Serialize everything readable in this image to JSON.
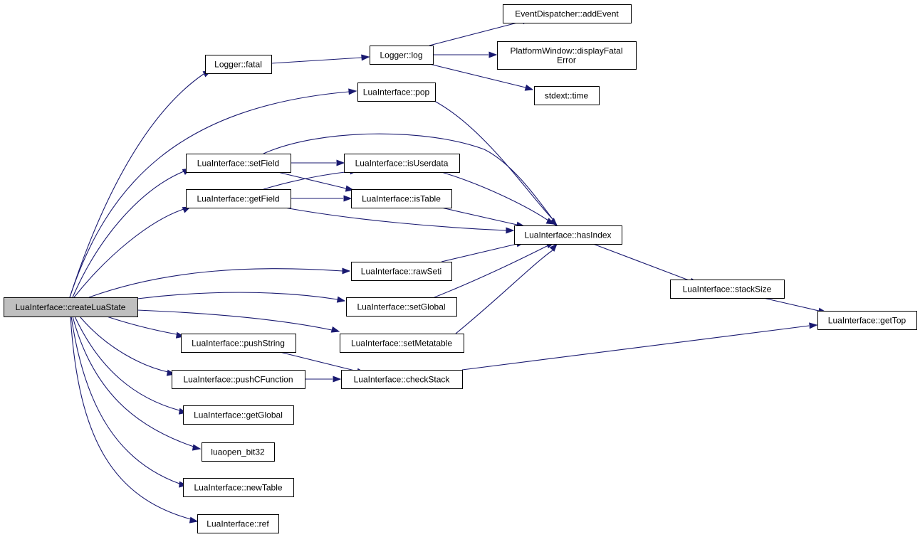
{
  "diagram": {
    "type": "call-graph",
    "colors": {
      "node_fill": "#ffffff",
      "root_fill": "#bfbfbf",
      "node_border": "#000000",
      "edge": "#191970"
    },
    "nodes": [
      {
        "id": "createLuaState",
        "label": "LuaInterface::createLuaState",
        "root": true
      },
      {
        "id": "fatal",
        "label": "Logger::fatal"
      },
      {
        "id": "log",
        "label": "Logger::log"
      },
      {
        "id": "addEvent",
        "label": "EventDispatcher::addEvent"
      },
      {
        "id": "displayFatal",
        "label": "PlatformWindow::displayFatal\nError"
      },
      {
        "id": "time",
        "label": "stdext::time"
      },
      {
        "id": "pop",
        "label": "LuaInterface::pop"
      },
      {
        "id": "setField",
        "label": "LuaInterface::setField"
      },
      {
        "id": "isUserdata",
        "label": "LuaInterface::isUserdata"
      },
      {
        "id": "getField",
        "label": "LuaInterface::getField"
      },
      {
        "id": "isTable",
        "label": "LuaInterface::isTable"
      },
      {
        "id": "hasIndex",
        "label": "LuaInterface::hasIndex"
      },
      {
        "id": "rawSeti",
        "label": "LuaInterface::rawSeti"
      },
      {
        "id": "stackSize",
        "label": "LuaInterface::stackSize"
      },
      {
        "id": "setGlobal",
        "label": "LuaInterface::setGlobal"
      },
      {
        "id": "getTop",
        "label": "LuaInterface::getTop"
      },
      {
        "id": "pushString",
        "label": "LuaInterface::pushString"
      },
      {
        "id": "setMetatable",
        "label": "LuaInterface::setMetatable"
      },
      {
        "id": "pushCFunction",
        "label": "LuaInterface::pushCFunction"
      },
      {
        "id": "checkStack",
        "label": "LuaInterface::checkStack"
      },
      {
        "id": "getGlobal",
        "label": "LuaInterface::getGlobal"
      },
      {
        "id": "luaopen_bit32",
        "label": "luaopen_bit32"
      },
      {
        "id": "newTable",
        "label": "LuaInterface::newTable"
      },
      {
        "id": "ref",
        "label": "LuaInterface::ref"
      }
    ],
    "edges": [
      {
        "from": "createLuaState",
        "to": "fatal"
      },
      {
        "from": "createLuaState",
        "to": "pop"
      },
      {
        "from": "createLuaState",
        "to": "setField"
      },
      {
        "from": "createLuaState",
        "to": "getField"
      },
      {
        "from": "createLuaState",
        "to": "rawSeti"
      },
      {
        "from": "createLuaState",
        "to": "setGlobal"
      },
      {
        "from": "createLuaState",
        "to": "setMetatable"
      },
      {
        "from": "createLuaState",
        "to": "pushString"
      },
      {
        "from": "createLuaState",
        "to": "pushCFunction"
      },
      {
        "from": "createLuaState",
        "to": "getGlobal"
      },
      {
        "from": "createLuaState",
        "to": "luaopen_bit32"
      },
      {
        "from": "createLuaState",
        "to": "newTable"
      },
      {
        "from": "createLuaState",
        "to": "ref"
      },
      {
        "from": "fatal",
        "to": "log"
      },
      {
        "from": "log",
        "to": "addEvent"
      },
      {
        "from": "log",
        "to": "displayFatal"
      },
      {
        "from": "log",
        "to": "time"
      },
      {
        "from": "pop",
        "to": "hasIndex"
      },
      {
        "from": "setField",
        "to": "hasIndex"
      },
      {
        "from": "setField",
        "to": "isUserdata"
      },
      {
        "from": "setField",
        "to": "isTable"
      },
      {
        "from": "getField",
        "to": "isUserdata"
      },
      {
        "from": "getField",
        "to": "isTable"
      },
      {
        "from": "getField",
        "to": "hasIndex"
      },
      {
        "from": "isUserdata",
        "to": "hasIndex"
      },
      {
        "from": "isTable",
        "to": "hasIndex"
      },
      {
        "from": "rawSeti",
        "to": "hasIndex"
      },
      {
        "from": "setGlobal",
        "to": "hasIndex"
      },
      {
        "from": "setMetatable",
        "to": "hasIndex"
      },
      {
        "from": "hasIndex",
        "to": "stackSize"
      },
      {
        "from": "stackSize",
        "to": "getTop"
      },
      {
        "from": "pushString",
        "to": "checkStack"
      },
      {
        "from": "pushCFunction",
        "to": "checkStack"
      },
      {
        "from": "checkStack",
        "to": "getTop"
      }
    ]
  }
}
